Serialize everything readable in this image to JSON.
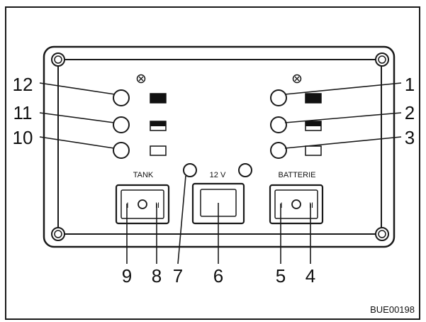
{
  "callouts": {
    "n1": "1",
    "n2": "2",
    "n3": "3",
    "n4": "4",
    "n5": "5",
    "n6": "6",
    "n7": "7",
    "n8": "8",
    "n9": "9",
    "n10": "10",
    "n11": "11",
    "n12": "12"
  },
  "panel": {
    "tank_label": "TANK",
    "voltage_label": "12 V",
    "battery_label": "BATTERIE",
    "switch_pos_off": "I",
    "switch_pos_on": "II"
  },
  "figure_code": "BUE00198",
  "icons": {
    "test_button_symbol": "circle-x-icon"
  },
  "colors": {
    "line": "#1a1a1a",
    "background": "#ffffff"
  }
}
